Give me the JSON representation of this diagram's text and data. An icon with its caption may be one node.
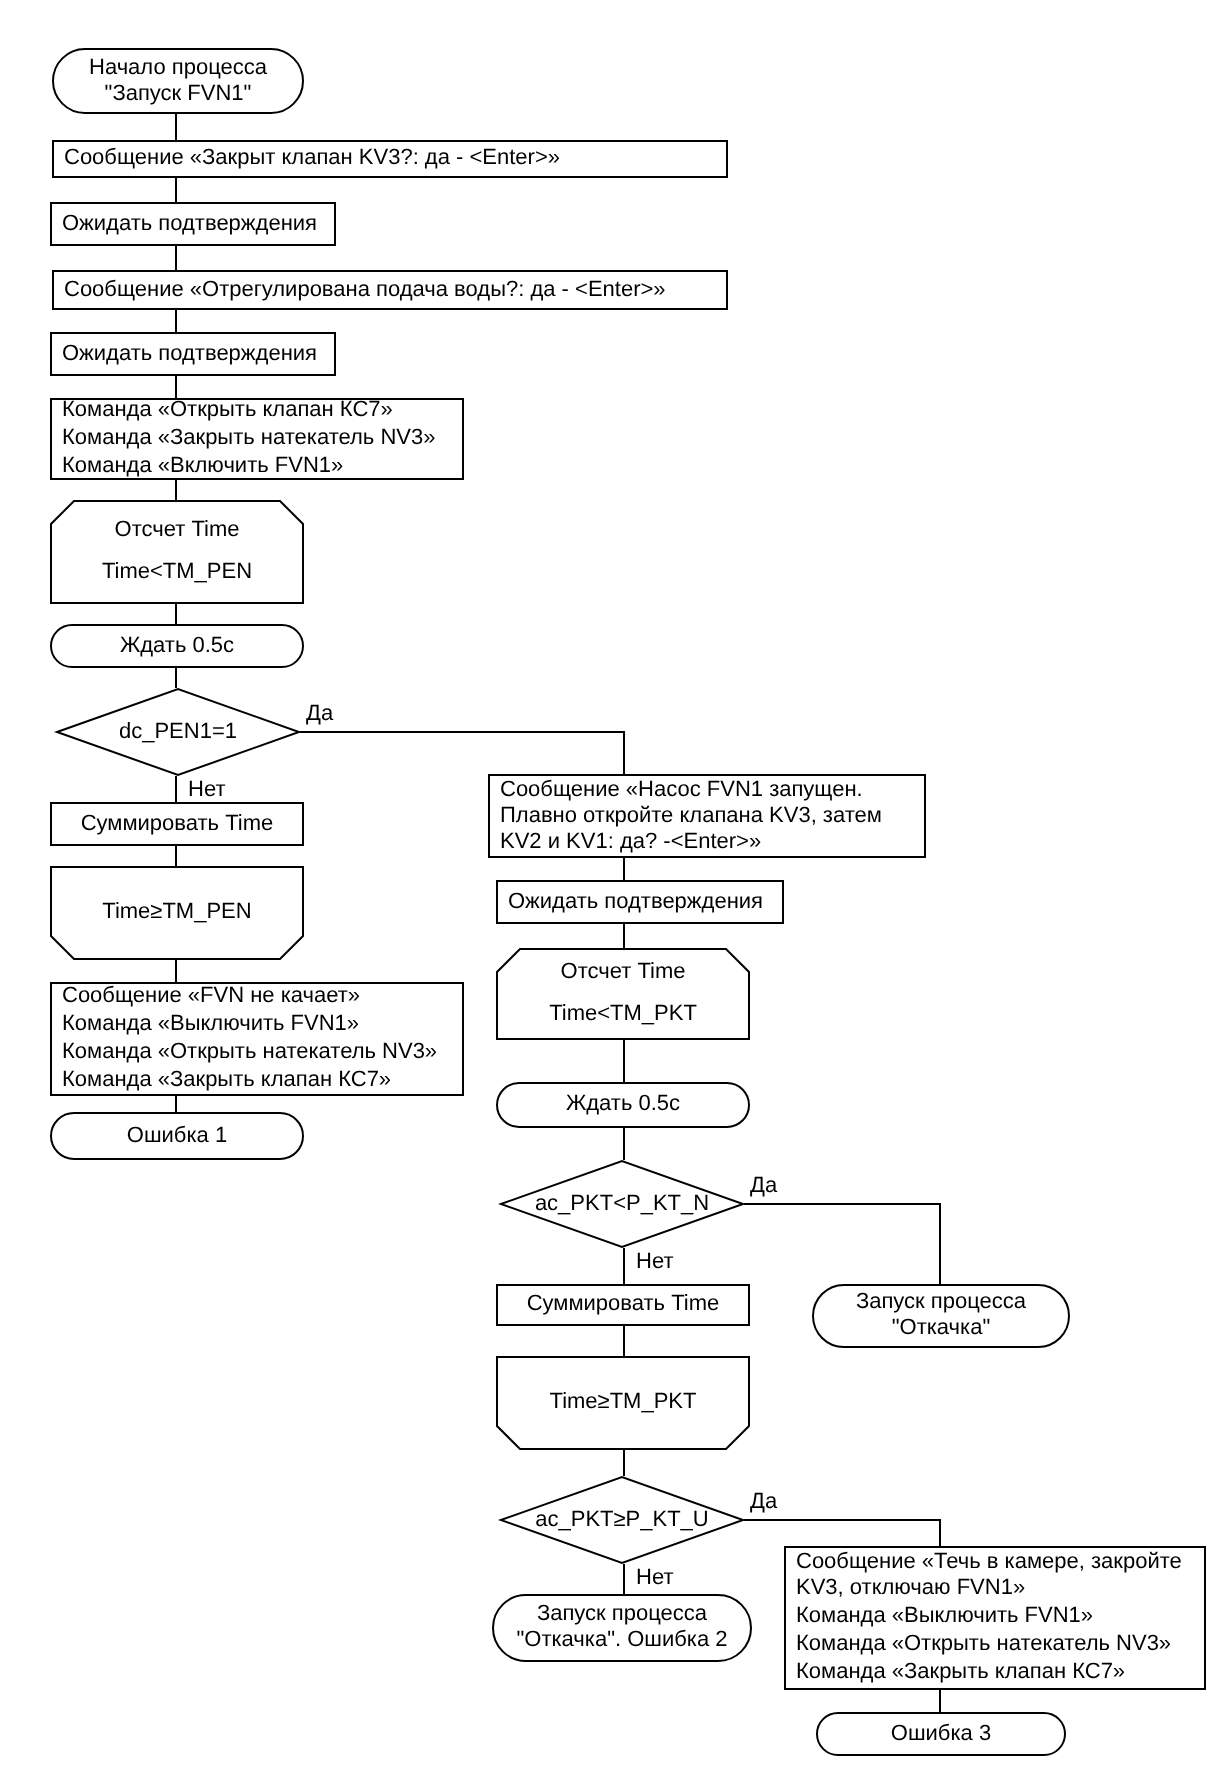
{
  "diagram": {
    "nodes": [
      {
        "text": [
          "Начало процесса \"Запуск FVN1\""
        ]
      },
      {
        "text": [
          "Сообщение «Закрыт клапан KV3?: да - <Enter>»"
        ]
      },
      {
        "text": [
          "Ожидать подтверждения"
        ]
      },
      {
        "text": [
          "Сообщение «Отрегулирована подача воды?: да - <Enter>»"
        ]
      },
      {
        "text": [
          "Ожидать подтверждения"
        ]
      },
      {
        "text": [
          "Команда «Открыть клапан КС7»",
          "Команда «Закрыть натекатель NV3»",
          "Команда «Включить FVN1»"
        ]
      },
      {
        "text": [
          "Отсчет Time",
          "Time<TM_PEN"
        ]
      },
      {
        "text": [
          "Ждать 0.5с"
        ]
      },
      {
        "text": [
          "dc_PEN1=1"
        ]
      },
      {
        "text": [
          "Суммировать Time"
        ]
      },
      {
        "text": [
          "Time≥TM_PEN"
        ]
      },
      {
        "text": [
          "Сообщение «FVN не качает»",
          "Команда «Выключить FVN1»",
          "Команда «Открыть натекатель NV3»",
          "Команда «Закрыть клапан КС7»"
        ]
      },
      {
        "text": [
          "Ошибка 1"
        ]
      },
      {
        "text": [
          "Сообщение «Насос FVN1 запущен. Плавно откройте клапана KV3, затем KV2 и KV1: да? -<Enter>»"
        ]
      },
      {
        "text": [
          "Ожидать подтверждения"
        ]
      },
      {
        "text": [
          "Отсчет Time",
          "Time<TM_PKT"
        ]
      },
      {
        "text": [
          "Ждать 0.5с"
        ]
      },
      {
        "text": [
          "ac_PKT<P_KT_N"
        ]
      },
      {
        "text": [
          "Запуск процесса \"Откачка\""
        ]
      },
      {
        "text": [
          "Суммировать Time"
        ]
      },
      {
        "text": [
          "Time≥TM_PKT"
        ]
      },
      {
        "text": [
          "ac_PKT≥P_KT_U"
        ]
      },
      {
        "text": [
          "Запуск процесса \"Откачка\". Ошибка 2"
        ]
      },
      {
        "text": [
          "Сообщение «Течь в камере, закройте KV3, отключаю FVN1»",
          "Команда «Выключить FVN1»",
          "Команда «Открыть натекатель NV3»",
          "Команда «Закрыть клапан КС7»"
        ]
      },
      {
        "text": [
          "Ошибка 3"
        ]
      }
    ],
    "edges": [
      {
        "from": 0,
        "to": 1,
        "arrow": "none"
      },
      {
        "from": 1,
        "to": 2,
        "arrow": "none"
      },
      {
        "from": 2,
        "to": 3,
        "arrow": "none"
      },
      {
        "from": 3,
        "to": 4,
        "arrow": "none"
      },
      {
        "from": 4,
        "to": 5,
        "arrow": "none"
      },
      {
        "from": 5,
        "to": 6,
        "arrow": "none"
      },
      {
        "from": 6,
        "to": 7,
        "arrow": "none"
      },
      {
        "from": 7,
        "to": 8,
        "arrow": "none"
      },
      {
        "from": 8,
        "to": 9,
        "arrow": "none",
        "label": "Нет"
      },
      {
        "from": 9,
        "to": 10,
        "arrow": "none"
      },
      {
        "from": 10,
        "to": 11,
        "arrow": "none"
      },
      {
        "from": 11,
        "to": 12,
        "arrow": "none"
      },
      {
        "from": 8,
        "to": 13,
        "arrow": "none",
        "label": "Да"
      },
      {
        "from": 13,
        "to": 14,
        "arrow": "none"
      },
      {
        "from": 14,
        "to": 15,
        "arrow": "none"
      },
      {
        "from": 15,
        "to": 16,
        "arrow": "none"
      },
      {
        "from": 16,
        "to": 17,
        "arrow": "none"
      },
      {
        "from": 17,
        "to": 18,
        "arrow": "none",
        "label": "Да"
      },
      {
        "from": 17,
        "to": 19,
        "arrow": "none",
        "label": "Нет"
      },
      {
        "from": 19,
        "to": 20,
        "arrow": "none"
      },
      {
        "from": 20,
        "to": 21,
        "arrow": "none"
      },
      {
        "from": 21,
        "to": 22,
        "arrow": "none",
        "label": "Нет"
      },
      {
        "from": 21,
        "to": 23,
        "arrow": "none",
        "label": "Да"
      },
      {
        "from": 23,
        "to": 24,
        "arrow": "none"
      }
    ]
  }
}
